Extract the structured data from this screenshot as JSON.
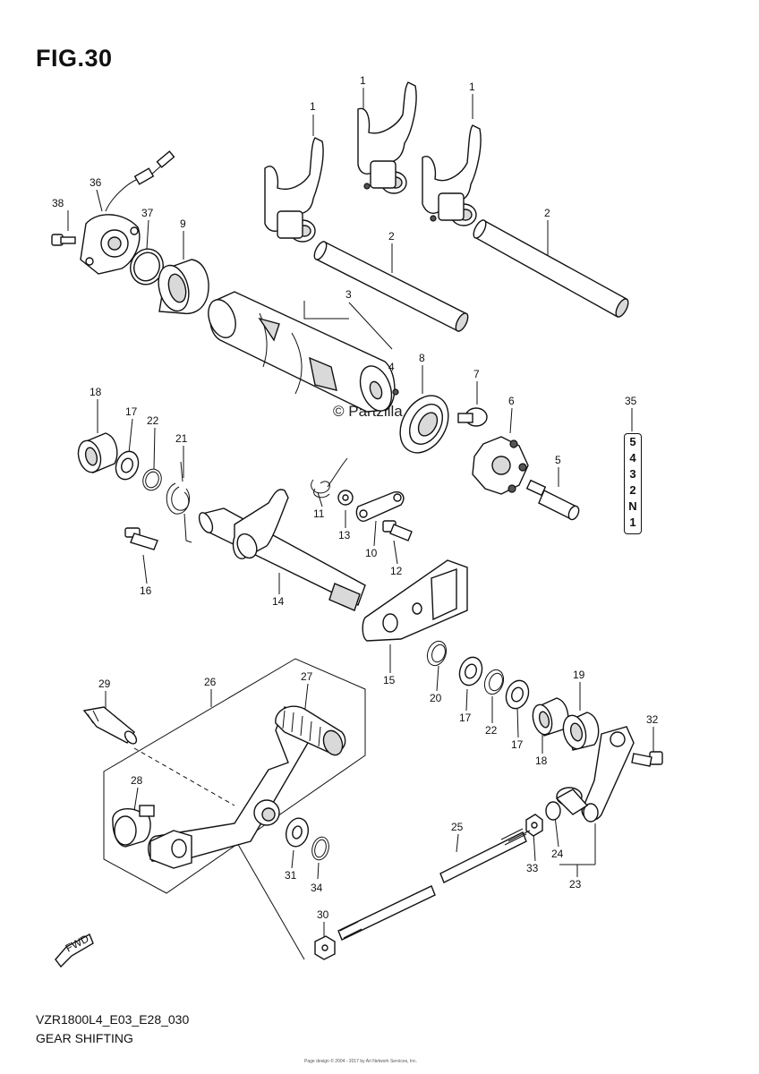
{
  "figure": {
    "title": "FIG.30",
    "code": "VZR1800L4_E03_E28_030",
    "name": "GEAR SHIFTING",
    "watermark": "© Partzilla.com",
    "small_print": "Page design © 2004 - 2017 by Ari Network Services, Inc."
  },
  "gear_indicator": {
    "callout": "35",
    "gears": [
      "5",
      "4",
      "3",
      "2",
      "N",
      "1"
    ]
  },
  "callouts": [
    {
      "id": "c1a",
      "label": "1"
    },
    {
      "id": "c1b",
      "label": "1"
    },
    {
      "id": "c1c",
      "label": "1"
    },
    {
      "id": "c2a",
      "label": "2"
    },
    {
      "id": "c2b",
      "label": "2"
    },
    {
      "id": "c3",
      "label": "3"
    },
    {
      "id": "c4",
      "label": "4"
    },
    {
      "id": "c5",
      "label": "5"
    },
    {
      "id": "c6",
      "label": "6"
    },
    {
      "id": "c7",
      "label": "7"
    },
    {
      "id": "c8",
      "label": "8"
    },
    {
      "id": "c9",
      "label": "9"
    },
    {
      "id": "c10",
      "label": "10"
    },
    {
      "id": "c11",
      "label": "11"
    },
    {
      "id": "c12",
      "label": "12"
    },
    {
      "id": "c13",
      "label": "13"
    },
    {
      "id": "c14",
      "label": "14"
    },
    {
      "id": "c15",
      "label": "15"
    },
    {
      "id": "c16",
      "label": "16"
    },
    {
      "id": "c17a",
      "label": "17"
    },
    {
      "id": "c17b",
      "label": "17"
    },
    {
      "id": "c17c",
      "label": "17"
    },
    {
      "id": "c18a",
      "label": "18"
    },
    {
      "id": "c18b",
      "label": "18"
    },
    {
      "id": "c19",
      "label": "19"
    },
    {
      "id": "c20",
      "label": "20"
    },
    {
      "id": "c21",
      "label": "21"
    },
    {
      "id": "c22a",
      "label": "22"
    },
    {
      "id": "c22b",
      "label": "22"
    },
    {
      "id": "c23",
      "label": "23"
    },
    {
      "id": "c24",
      "label": "24"
    },
    {
      "id": "c25",
      "label": "25"
    },
    {
      "id": "c26",
      "label": "26"
    },
    {
      "id": "c27",
      "label": "27"
    },
    {
      "id": "c28",
      "label": "28"
    },
    {
      "id": "c29",
      "label": "29"
    },
    {
      "id": "c30",
      "label": "30"
    },
    {
      "id": "c31",
      "label": "31"
    },
    {
      "id": "c32",
      "label": "32"
    },
    {
      "id": "c33",
      "label": "33"
    },
    {
      "id": "c34",
      "label": "34"
    },
    {
      "id": "c36",
      "label": "36"
    },
    {
      "id": "c37",
      "label": "37"
    },
    {
      "id": "c38",
      "label": "38"
    }
  ],
  "fwd_arrow": {
    "label": "FWD"
  }
}
